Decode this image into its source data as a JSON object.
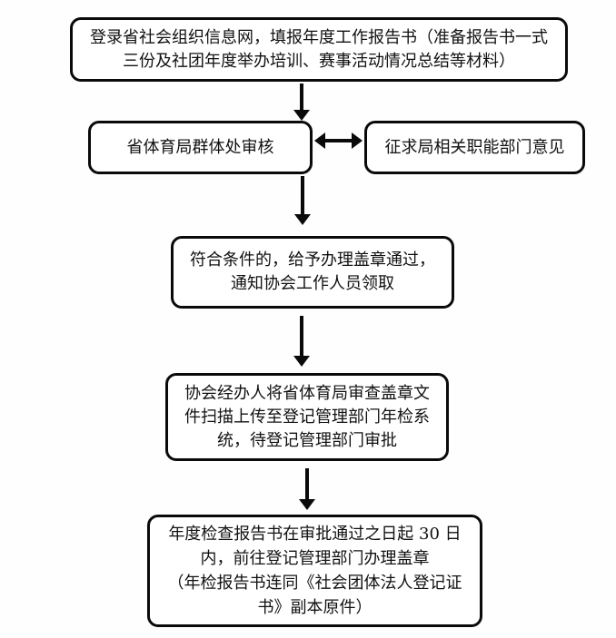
{
  "page": {
    "background_color": "#ffffff",
    "stroke_color": "#0a0a0a",
    "text_color": "#111111"
  },
  "diagram": {
    "type": "flowchart",
    "boxes": [
      {
        "id": "login",
        "lines": [
          "登录省社会组织信息网，填报年度工作报告书（准备报告书一式",
          "三份及社团年度举办培训、赛事活动情况总结等材料）"
        ]
      },
      {
        "id": "review",
        "lines": [
          "省体育局群体处审核"
        ]
      },
      {
        "id": "consult",
        "lines": [
          "征求局相关职能部门意见"
        ]
      },
      {
        "id": "approve",
        "lines": [
          "符合条件的，给予办理盖章通过，",
          "通知协会工作人员领取"
        ]
      },
      {
        "id": "upload",
        "lines": [
          "协会经办人将省体育局审查盖章文",
          "件扫描上传至登记管理部门年检系",
          "统，待登记管理部门审批"
        ]
      },
      {
        "id": "stamp",
        "lines": [
          "年度检查报告书在审批通过之日起 30 日",
          "内，前往登记管理部门办理盖章",
          "（年检报告书连同《社会团体法人登记证",
          "书》副本原件）"
        ]
      }
    ],
    "connectors": [
      {
        "from": "login",
        "to": "review",
        "type": "arrow-down"
      },
      {
        "from": "review",
        "to": "consult",
        "type": "arrow-double-horizontal"
      },
      {
        "from": "review",
        "to": "approve",
        "type": "arrow-down"
      },
      {
        "from": "approve",
        "to": "upload",
        "type": "arrow-down"
      },
      {
        "from": "upload",
        "to": "stamp",
        "type": "arrow-down"
      }
    ]
  }
}
